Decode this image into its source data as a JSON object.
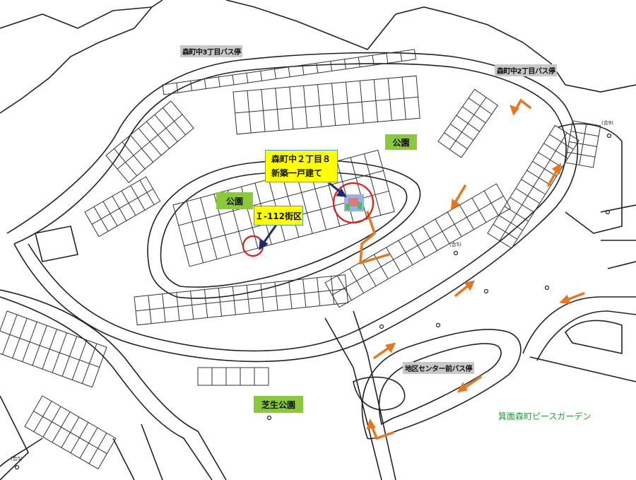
{
  "map": {
    "bus_stops": [
      {
        "id": "bus-morimachi-naka-3",
        "label": "森町中3丁目バス停"
      },
      {
        "id": "bus-morimachi-naka-2",
        "label": "森町中2丁目バス停"
      },
      {
        "id": "bus-chiku-center-mae",
        "label": "地区センター前バス停"
      }
    ],
    "parks": [
      {
        "id": "park-north-east",
        "label": "公園"
      },
      {
        "id": "park-west",
        "label": "公園"
      },
      {
        "id": "park-shibou",
        "label": "芝生公園"
      }
    ],
    "callouts": {
      "property": {
        "line1": "森町中２丁目８",
        "line2": "新築一戸建て"
      },
      "block": {
        "label": "Ｉ-112街区"
      }
    },
    "facility": {
      "label": "箕面森町ピースガーデン"
    },
    "lot_codes": [
      {
        "label": "(合9)"
      },
      {
        "label": "(合5)"
      },
      {
        "label": "(合5)"
      }
    ],
    "colors": {
      "callout_bg": "#ffff00",
      "callout_border": "#49a0c9",
      "park_bg": "#8cc83c",
      "bus_label_bg": "#c8c8c8",
      "route_arrow": "#e8761e",
      "marker_circle": "#e01b1b",
      "pointer_arrow": "#1a2a6a",
      "facility_text": "#2a9a3a"
    }
  }
}
